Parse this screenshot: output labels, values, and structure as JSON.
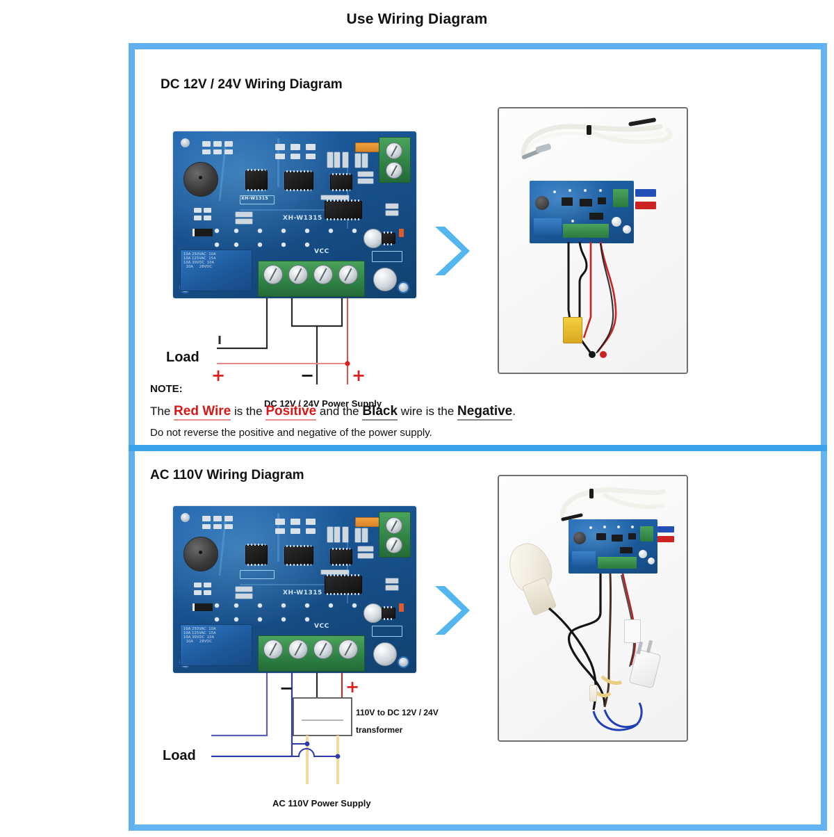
{
  "page": {
    "title": "Use Wiring Diagram"
  },
  "theme": {
    "frame_blue": "#5fb0f0",
    "divider_blue": "#3ba3ec",
    "arrow_blue": "#54b6ef",
    "red": "#e02020",
    "note_red": "#d81616",
    "pcb_blue": "#18528f",
    "terminal_green": "#2f8144"
  },
  "sections": [
    {
      "id": "dc",
      "title": "DC 12V / 24V Wiring Diagram",
      "board": {
        "silk_model": "XH-W1315",
        "silk_vcc": "VCC",
        "silk_small": "XH-W1315",
        "relay_text": "10A 250VAC 10A\n10A 125VAC 15A\n10A 30VDC 10A\n10A 28VDC"
      },
      "labels": {
        "load": "Load",
        "supply": "DC 12V / 24V Power Supply",
        "load_plus": "+",
        "supply_minus": "−",
        "supply_plus": "+"
      },
      "arrow": "chevron-right"
    },
    {
      "id": "ac",
      "title": "AC 110V Wiring Diagram",
      "board": {
        "silk_model": "XH-W1315",
        "silk_vcc": "VCC",
        "relay_text": "10A 250VAC 10A\n10A 125VAC 15A\n10A 30VDC 10A\n10A 28VDC"
      },
      "labels": {
        "load": "Load",
        "supply": "AC 110V Power Supply",
        "transformer_line1": "110V to DC 12V / 24V",
        "transformer_line2": "transformer",
        "dc_minus": "−",
        "dc_plus": "+"
      },
      "arrow": "chevron-right"
    }
  ],
  "note": {
    "heading": "NOTE:",
    "line1": {
      "p1": "The ",
      "red_wire": "Red Wire",
      "p2": " is the ",
      "positive": "Positive",
      "p3": " and the ",
      "black": "Black",
      "p4": " wire is the ",
      "negative": "Negative",
      "p5": "."
    },
    "line2": "Do not reverse the positive and negative of the power supply."
  }
}
